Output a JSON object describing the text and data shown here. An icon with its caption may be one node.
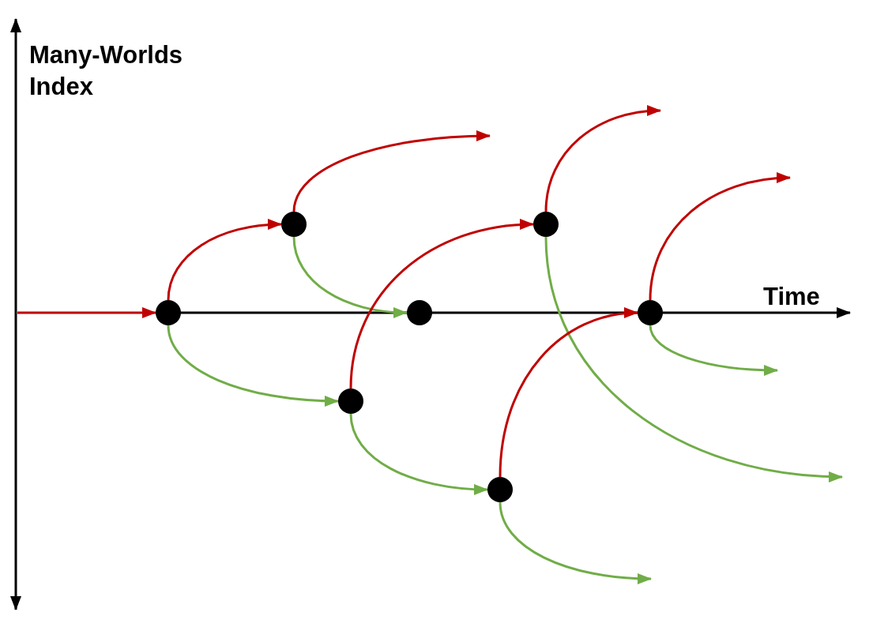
{
  "diagram": {
    "nodes": [
      {
        "text": [],
        "shape": "circle"
      },
      {
        "text": [],
        "shape": "circle"
      },
      {
        "text": [],
        "shape": "circle"
      },
      {
        "text": [],
        "shape": "circle"
      },
      {
        "text": [],
        "shape": "circle"
      },
      {
        "text": [],
        "shape": "circle"
      },
      {
        "text": [],
        "shape": "circle"
      }
    ],
    "edges": [
      {
        "from": null,
        "to": 0,
        "arrow": "to"
      },
      {
        "from": 0,
        "to": 1,
        "arrow": "to"
      },
      {
        "from": 0,
        "to": 2,
        "arrow": "to",
        "color": "#70ad47"
      },
      {
        "from": 1,
        "to": null,
        "arrow": "to"
      },
      {
        "from": 1,
        "to": 3,
        "arrow": "to",
        "color": "#70ad47"
      },
      {
        "from": 2,
        "to": 5,
        "arrow": "to"
      },
      {
        "from": 2,
        "to": 4,
        "arrow": "to",
        "color": "#70ad47"
      },
      {
        "from": 5,
        "to": null,
        "arrow": "to"
      },
      {
        "from": 5,
        "to": null,
        "arrow": "to",
        "color": "#70ad47"
      },
      {
        "from": 4,
        "to": 6,
        "arrow": "to"
      },
      {
        "from": 4,
        "to": null,
        "arrow": "to",
        "color": "#70ad47"
      },
      {
        "from": 6,
        "to": null,
        "arrow": "to"
      },
      {
        "from": 6,
        "to": null,
        "arrow": "to",
        "color": "#70ad47"
      }
    ],
    "labels": [
      "Many-Worlds Index",
      "Time"
    ]
  }
}
